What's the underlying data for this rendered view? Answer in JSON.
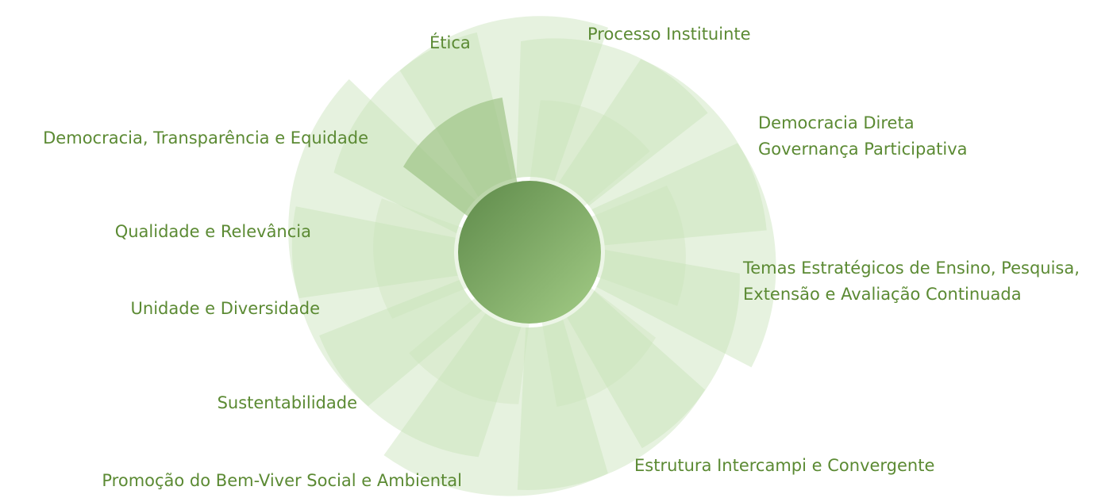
{
  "colors": {
    "label_text": "#5b8a33",
    "petal_fill": "#c8e2b8",
    "petal_fill_dark": "#9fc487",
    "center_light": "#a3cc86",
    "center_dark": "#5e8a4a"
  },
  "center": {
    "name": "center-circle"
  },
  "labels": {
    "etica": "Ética",
    "processo_instituinte": "Processo Instituinte",
    "democracia_direta": "Democracia Direta",
    "governanca_participativa": "Governança Participativa",
    "democracia_transparencia": "Democracia, Transparência e Equidade",
    "qualidade_relevancia": "Qualidade e Relevância",
    "temas_estrategicos_1": "Temas Estratégicos de Ensino, Pesquisa,",
    "temas_estrategicos_2": "Extensão e Avaliação Continuada",
    "unidade_diversidade": "Unidade e Diversidade",
    "sustentabilidade": "Sustentabilidade",
    "estrutura_intercampi": "Estrutura Intercampi e Convergente",
    "promocao_bem_viver": "Promoção do Bem-Viver Social e Ambiental"
  }
}
